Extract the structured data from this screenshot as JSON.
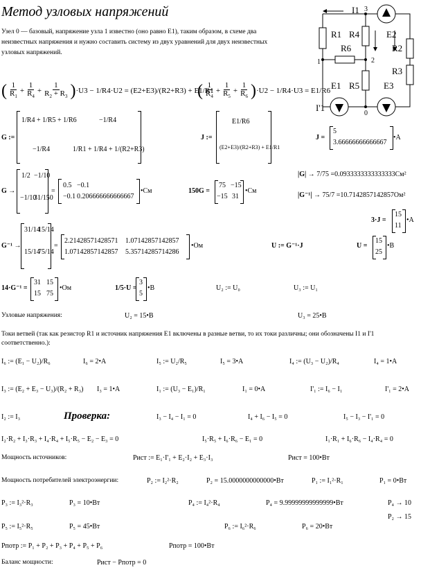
{
  "title": "Метод узловых напряжений",
  "intro": "Узел 0 — базовый, напряжение узла 1 известно (оно равно E1), таким образом, в схеме два неизвестных напряжения и нужно составить систему из двух уравнений для двух неизвестных узловых напряжений.",
  "circuit": {
    "labels": [
      "I1",
      "3",
      "R1",
      "R4",
      "E2",
      "R6",
      "R2",
      "1",
      "2",
      "R3",
      "E1",
      "R5",
      "E3",
      "I'1",
      "0"
    ]
  },
  "eq1": {
    "tail": "·U3 − 1/R4·U2 = (E2+E3)/(R2+R3) + E1/R1"
  },
  "eq2": {
    "tail": "·U2 − 1/R4·U3 = E1/R6"
  },
  "G_def": {
    "label": "G :=",
    "c11": "1/R4 + 1/R5 + 1/R6",
    "c12": "−1/R4",
    "c21": "−1/R4",
    "c22": "1/R1 + 1/R4 + 1/(R2+R3)"
  },
  "J_def": {
    "label": "J :=",
    "r1": "E1/R6",
    "r2": "(E2+E3)/(R2+R3) + E1/R1"
  },
  "J_val": {
    "label": "J =",
    "r1": "5",
    "r2": "3.66666666666667",
    "unit": "•A"
  },
  "G_sym": {
    "label": "G →",
    "m11": "1/2",
    "m12": "−1/10",
    "m21": "−1/10",
    "m22": "31/150",
    "v11": "0.5",
    "v12": "−0.1",
    "v21": "−0.1",
    "v22": "0.206666666666667",
    "unit": "•См"
  },
  "G150": {
    "label": "150G =",
    "v11": "75",
    "v12": "−15",
    "v21": "−15",
    "v22": "31",
    "unit": "•См"
  },
  "detG": {
    "label": "|G| →",
    "frac": "7/75",
    "value": "=0.0933333333333333",
    "unit": "См²"
  },
  "detGinv": {
    "label": "|G⁻¹| →",
    "frac": "75/7",
    "value": "=10.7142857142857",
    "unit": "Ом²"
  },
  "J3": {
    "label": "3·J =",
    "r1": "15",
    "r2": "11",
    "unit": "•A"
  },
  "Ginv": {
    "label": "G⁻¹ →",
    "m11": "31/14",
    "m12": "15/14",
    "m21": "15/14",
    "m22": "75/14",
    "v11": "2.21428571428571",
    "v12": "1.07142857142857",
    "v21": "1.07142857142857",
    "v22": "5.35714285714286",
    "unit": "•Ом"
  },
  "U_def": {
    "text": "U := G⁻¹·J"
  },
  "U_val": {
    "label": "U =",
    "r1": "15",
    "r2": "25",
    "unit": "•B"
  },
  "Ginv14": {
    "label": "14·G⁻¹ =",
    "v11": "31",
    "v12": "15",
    "v21": "15",
    "v22": "75",
    "unit": "•Ом"
  },
  "U5": {
    "label": "1/5·U =",
    "r1": "3",
    "r2": "5",
    "unit": "•B"
  },
  "U2_def": "U₂ := U₀",
  "U3_def": "U₃ := U₁",
  "nodal": {
    "label": "Узловые напряжения:",
    "u2": "U₂ = 15•B",
    "u3": "U₃ = 25•B"
  },
  "branch_intro": "Токи ветвей (так как резистор R1 и источник напряжения E1 включены в разные ветви, то их токи различны; они обозначены I1 и I'1 соответственно.):",
  "currents": {
    "i6_def": "I₆ := (E₁ − U₂)/R₆",
    "i6": "I₆ = 2•A",
    "i5_def": "I₅ := U₂/R₅",
    "i5": "I₅ = 3•A",
    "i4_def": "I₄ := (U₃ − U₂)/R₄",
    "i4": "I₄ = 1•A",
    "i3_def": "I₃ := (E₂ + E₃ − U₃)/(R₂ + R₃)",
    "i3": "I₃ = 1•A",
    "i1_def": "I₁ := (U₃ − E₁)/R₁",
    "i1": "I₁ = 0•A",
    "i1p_def": "I'₁ := I₆ − I₁",
    "i1p": "I'₁ = 2•A",
    "i2_def": "I₂ := I₃"
  },
  "check": {
    "title": "Проверка:",
    "k1": "I₃ − I₄ − I₁ = 0",
    "k2": "I₄ + I₆ − I₅ = 0",
    "k3": "I₅ − I₃ − I'₁ = 0",
    "k4": "I₂·R₂ + I₃·R₃ + I₄·R₄ + I₅·R₅ − E₂ − E₃ = 0",
    "k5": "I₅·R₅ + I₆·R₆ − E₁ = 0",
    "k6": "I₁·R₁ + I₆·R₆ − I₄·R₄ = 0"
  },
  "power": {
    "src_label": "Мощность источников:",
    "src_def": "Pист := E₁·I'₁ + E₂·I₂ + E₃·I₃",
    "src_val": "Pист = 100•Вт",
    "cons_label": "Мощность потребителей электроэнергии:",
    "p2_def": "P₂ := I₂²·R₂",
    "p2": "P₂ = 15.0000000000000•Вт",
    "p1_def": "P₁ := I₁²·R₁",
    "p1": "P₁ = 0•Вт",
    "p3_def": "P₃ := I₃²·R₃",
    "p3": "P₃ = 10•Вт",
    "p4_def": "P₄ := I₄²·R₄",
    "p4": "P₄ = 9.99999999999999•Вт",
    "p4_sym": "P₄ → 10",
    "p2_sym": "P₂ → 15",
    "p5_def": "P₅ := I₅²·R₅",
    "p5": "P₅ = 45•Вт",
    "p6_def": "P₆ := I₆²·R₆",
    "p6": "P₆ = 20•Вт",
    "potr_def": "Pпотр := P₁ + P₂ + P₃ + P₄ + P₅ + P₆",
    "potr_val": "Pпотр = 100•Вт",
    "balance_label": "Баланс мощности:",
    "balance": "Pист − Pпотр = 0"
  }
}
